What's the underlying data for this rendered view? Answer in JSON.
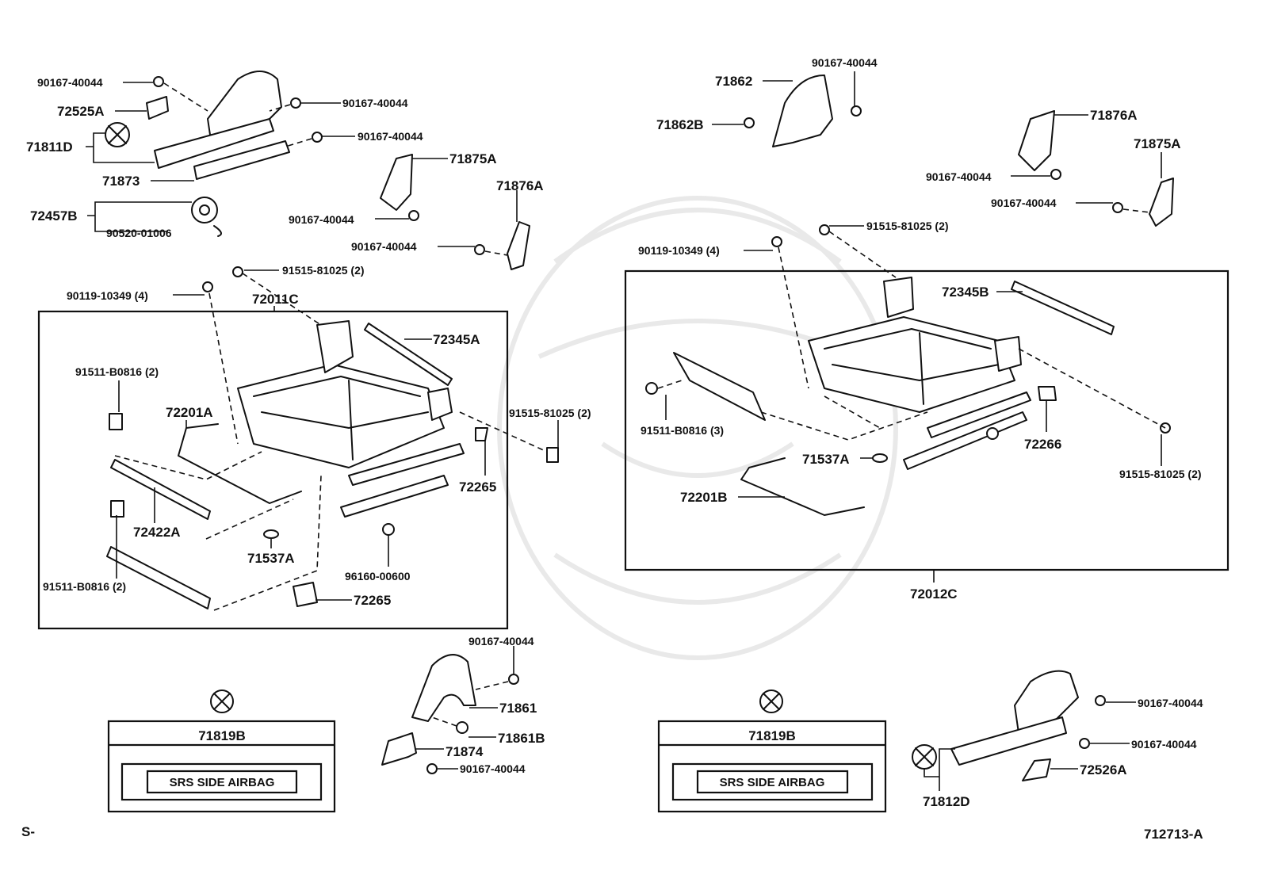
{
  "left_group": {
    "assembly_label": "72011C",
    "parts": {
      "bolt_top_a": "90167-40044",
      "cover_tab": "72525A",
      "shield_bolt_a": "90167-40044",
      "shield_bolt_b": "90167-40044",
      "shield": "71811D",
      "trim": "71873",
      "knob": "72457B",
      "clip": "90520-01006",
      "cover_a": "71875A",
      "cover_a_bolt": "90167-40044",
      "cover_b": "71876A",
      "cover_b_bolt": "90167-40044",
      "bolt_set": "91515-81025 (2)",
      "screw_set": "90119-10349 (4)",
      "rod": "72345A",
      "bolt_b0816_top": "91511-B0816 (2)",
      "wire": "72201A",
      "bolt_right": "91515-81025 (2)",
      "bracket_right": "72265",
      "bar": "72422A",
      "clip_small": "71537A",
      "bolt_b0816_bottom": "91511-B0816 (2)",
      "nut": "96160-00600",
      "bracket_bottom": "72265"
    }
  },
  "right_group": {
    "assembly_label": "72012C",
    "parts": {
      "shield": "71862",
      "shield_bolt": "90167-40044",
      "shield_clip": "71862B",
      "cover_a": "71876A",
      "cover_a_bolt": "90167-40044",
      "cover_b": "71875A",
      "cover_b_bolt": "90167-40044",
      "bolt_set_top": "91515-81025 (2)",
      "screw_set": "90119-10349 (4)",
      "rod": "72345B",
      "bolt_b0816": "91511-B0816 (3)",
      "bracket": "72266",
      "clip_small": "71537A",
      "wire": "72201B",
      "bolt_set_bottom": "91515-81025 (2)"
    }
  },
  "middle_group": {
    "top_bolt": "90167-40044",
    "shield": "71861",
    "clip": "71861B",
    "trim": "71874",
    "bottom_bolt": "90167-40044"
  },
  "bottom_right_group": {
    "bolt_a": "90167-40044",
    "bolt_b": "90167-40044",
    "cover_tab": "72526A",
    "shield": "71812D"
  },
  "labels": {
    "left_label_part": "71819B",
    "left_label_text": "SRS  SIDE  AIRBAG",
    "right_label_part": "71819B",
    "right_label_text": "SRS  SIDE  AIRBAG"
  },
  "footer": {
    "section_code": "S-",
    "figure_number": "712713-A"
  }
}
